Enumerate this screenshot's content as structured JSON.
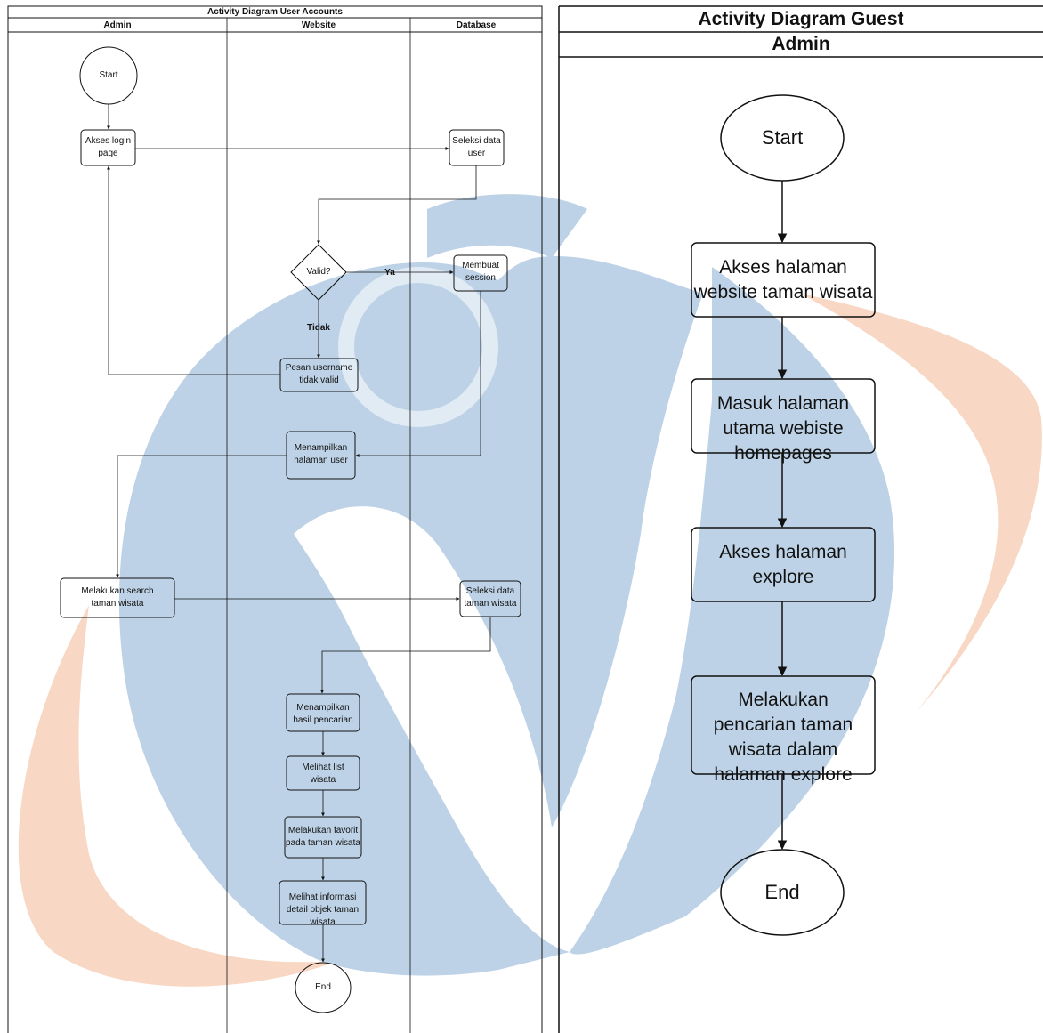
{
  "left": {
    "title": "Activity Diagram User Accounts",
    "lanes": [
      "Admin",
      "Website",
      "Database"
    ],
    "nodes": {
      "start": "Start",
      "akses_login": "Akses login page",
      "seleksi_user": "Seleksi data user",
      "valid": "Valid?",
      "membuat_session": "Membuat session",
      "pesan": "Pesan username tidak valid",
      "menampilkan_user": "Menampilkan halaman user",
      "search": "Melakukan search taman wisata",
      "seleksi_taman": "Seleksi data taman wisata",
      "hasil": "Menampilkan hasil pencarian",
      "list": "Melihat list wisata",
      "favorit": "Melakukan favorit pada taman wisata",
      "detail": "Melihat informasi detail objek taman wisata",
      "end": "End"
    },
    "edge_labels": {
      "ya": "Ya",
      "tidak": "Tidak"
    }
  },
  "right": {
    "title": "Activity Diagram Guest",
    "lane": "Admin",
    "nodes": {
      "start": "Start",
      "akses_website": "Akses halaman website taman wisata",
      "homepage": "Masuk halaman utama webiste homepages",
      "explore": "Akses halaman explore",
      "pencarian": "Melakukan pencarian taman wisata dalam halaman explore",
      "end": "End"
    }
  },
  "watermark": {
    "blue": "#bdd2e6",
    "orange": "#f8d7c4"
  }
}
